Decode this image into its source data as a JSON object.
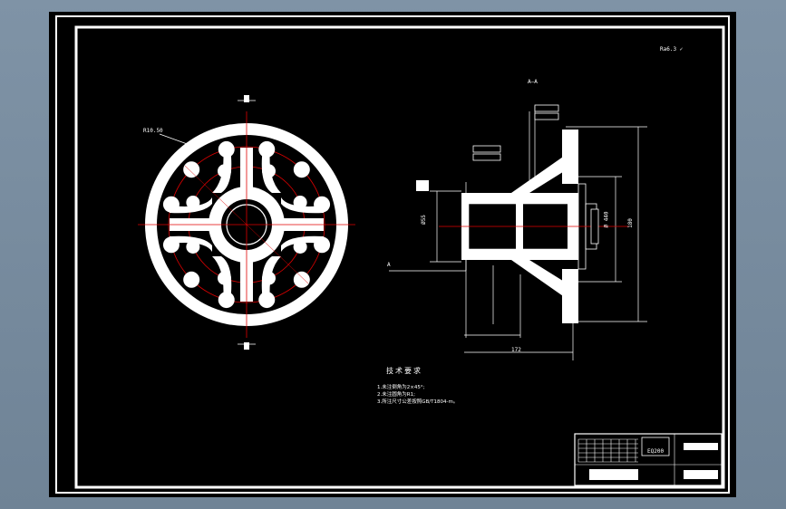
{
  "drawing": {
    "roughness_symbol": "Ra6.3 ✓",
    "section_label": "A—A",
    "section_marker": "A",
    "leader_label": "R10.50",
    "dimension_left": "Ø55",
    "dimension_right": "Ø 440",
    "dimension_total": "180",
    "dimension_bottom": "172"
  },
  "technical_requirements": {
    "title": "技术要求",
    "items": [
      "1.未注倒角为2×45°;",
      "2.未注圆角为R1;",
      "3.所注尺寸公差按照GB/T1804-m。"
    ]
  },
  "title_block": {
    "drawing_name": "EQ200"
  },
  "colors": {
    "background": "#000000",
    "line": "#ffffff",
    "centerline": "#e00000",
    "frame_outer": "#7f93a6"
  }
}
